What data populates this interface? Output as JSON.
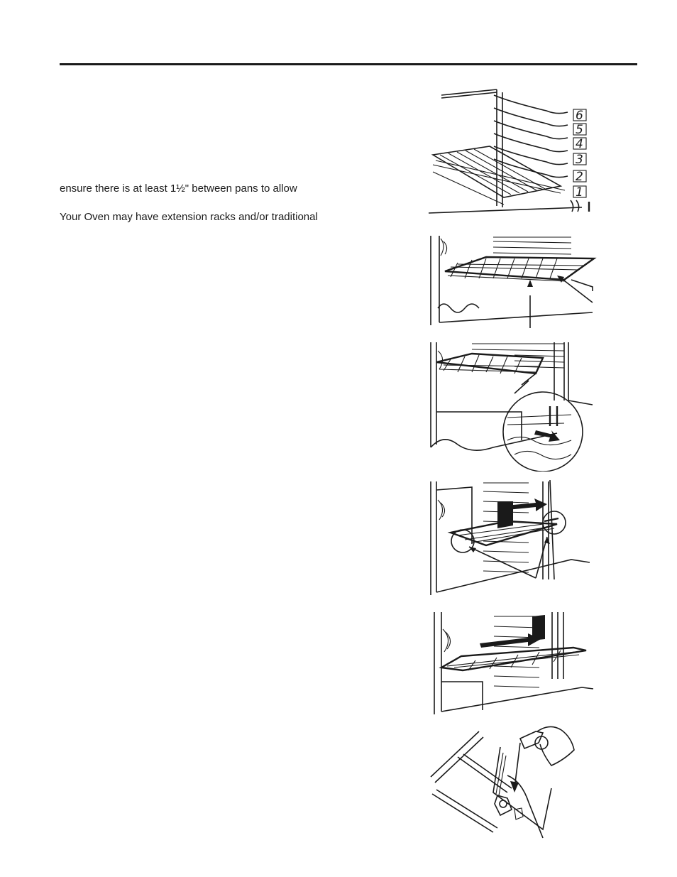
{
  "body_text": {
    "line1": "ensure there is at least 1½\" between pans to allow",
    "line2": "Your Oven may have extension racks and/or traditional"
  },
  "figures": {
    "rack_positions": {
      "labels": [
        "6",
        "5",
        "4",
        "3",
        "2",
        "1"
      ]
    }
  }
}
